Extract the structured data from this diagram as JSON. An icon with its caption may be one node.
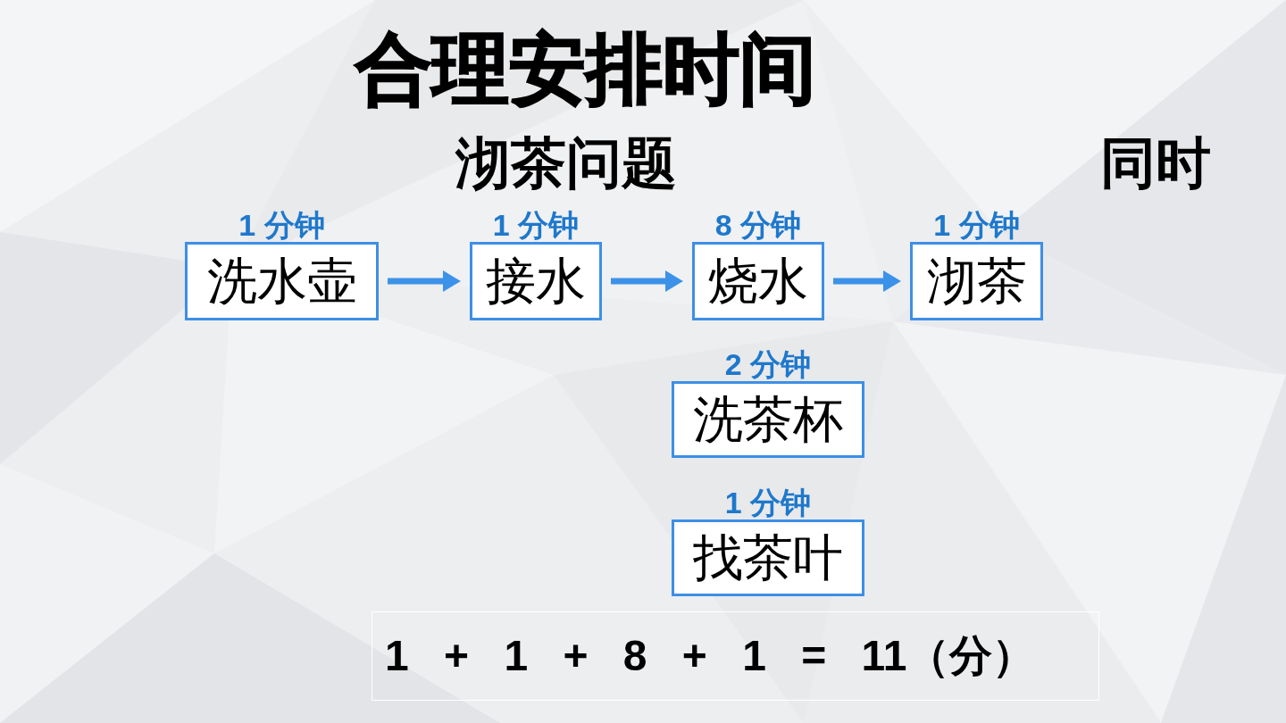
{
  "diagram": {
    "title": "合理安排时间",
    "nodes": [
      {
        "text": [
          "洗水壶"
        ],
        "beside": [
          "1 分钟"
        ]
      },
      {
        "text": [
          "接水"
        ],
        "beside": [
          "1 分钟"
        ]
      },
      {
        "text": [
          "烧水"
        ],
        "beside": [
          "8 分钟"
        ]
      },
      {
        "text": [
          "沏茶"
        ],
        "beside": [
          "1 分钟"
        ]
      },
      {
        "text": [
          "洗茶杯"
        ],
        "beside": [
          "2 分钟"
        ]
      },
      {
        "text": [
          "找茶叶"
        ],
        "beside": [
          "1 分钟"
        ]
      },
      {
        "text": [
          "1 + 1 + 8 + 1 = 11（分）"
        ]
      }
    ],
    "edges": [
      {
        "from": 0,
        "to": 1,
        "arrow": "to"
      },
      {
        "from": 1,
        "to": 2,
        "arrow": "to"
      },
      {
        "from": 2,
        "to": 3,
        "arrow": "to"
      }
    ],
    "labels": [
      "沏茶问题",
      "同时"
    ]
  }
}
